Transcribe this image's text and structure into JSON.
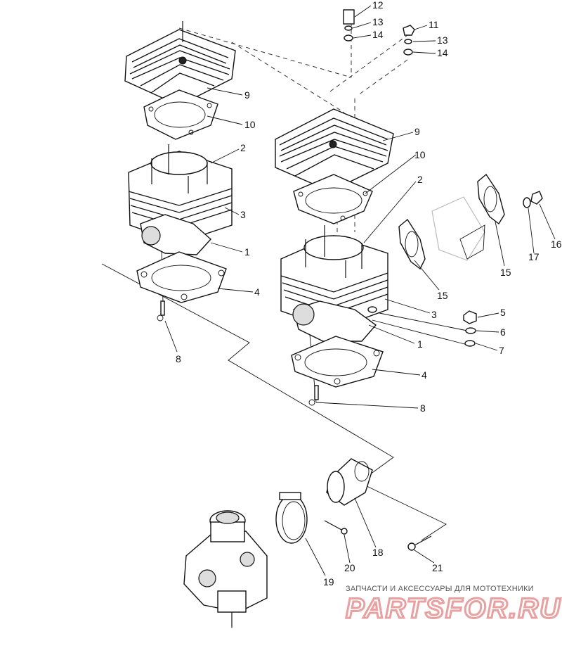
{
  "callouts": {
    "c12": "12",
    "c13a": "13",
    "c14a": "14",
    "c11": "11",
    "c13b": "13",
    "c14b": "14",
    "c9a": "9",
    "c10a": "10",
    "c2a": "2",
    "c3a": "3",
    "c1a": "1",
    "c4a": "4",
    "c8a": "8",
    "c9b": "9",
    "c10b": "10",
    "c2b": "2",
    "c15a": "15",
    "c15b": "15",
    "c17": "17",
    "c16": "16",
    "c3b": "3",
    "c1b": "1",
    "c5": "5",
    "c6": "6",
    "c7": "7",
    "c4b": "4",
    "c8b": "8",
    "c18": "18",
    "c19": "19",
    "c20": "20",
    "c21": "21"
  },
  "watermark": {
    "tagline": "ЗАПЧАСТИ И АКСЕССУАРЫ ДЛЯ МОТОТЕХНИКИ",
    "brand": "PARTSFOR.RU"
  },
  "colors": {
    "ink": "#111111",
    "watermark": "#e8a0a0",
    "background": "#ffffff"
  }
}
